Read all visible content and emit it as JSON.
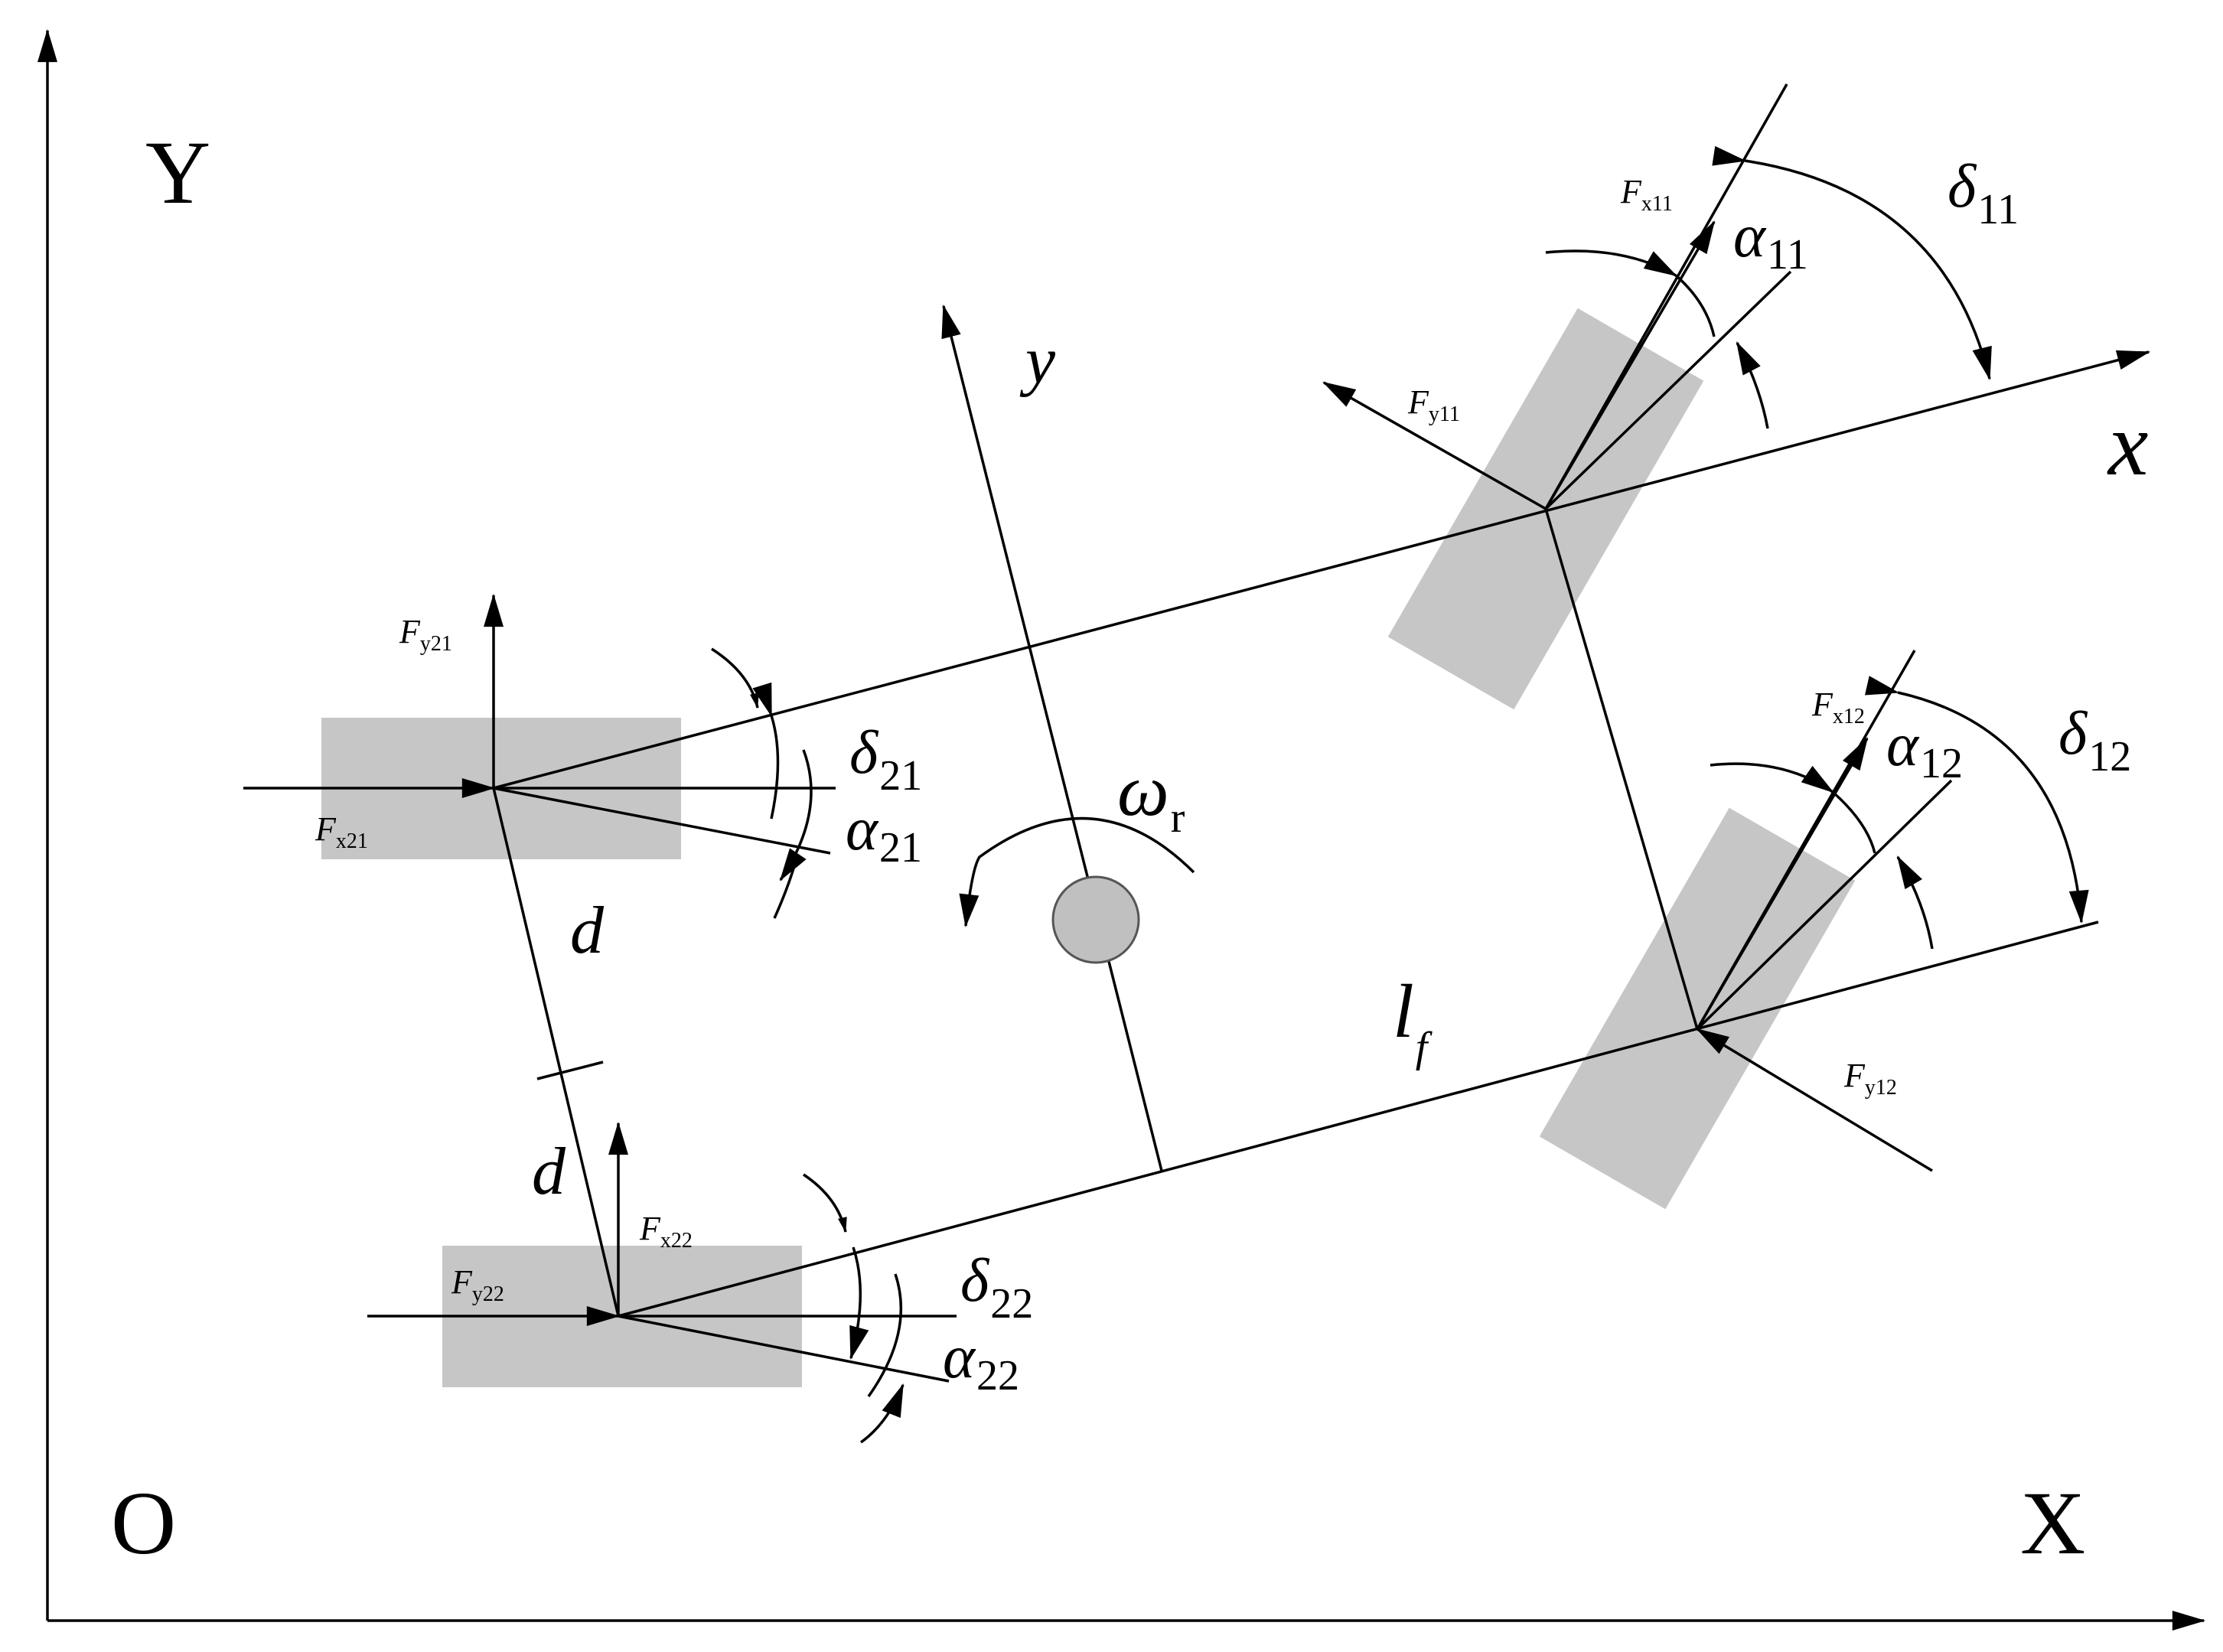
{
  "global_axes": {
    "origin": "O",
    "x_label": "X",
    "y_label": "Y"
  },
  "body_axes": {
    "x_label": "x",
    "y_label": "y"
  },
  "yaw_rate": {
    "symbol": "ω",
    "sub": "r"
  },
  "dims": {
    "d_upper": "d",
    "d_lower": "d",
    "lf": {
      "sym": "l",
      "sub": "f"
    }
  },
  "wheels": {
    "w11": {
      "delta": "δ",
      "delta_sub": "11",
      "alpha": "α",
      "alpha_sub": "11",
      "fx": "F",
      "fx_sub": "x11",
      "fy": "F",
      "fy_sub": "y11"
    },
    "w12": {
      "delta": "δ",
      "delta_sub": "12",
      "alpha": "α",
      "alpha_sub": "12",
      "fx": "F",
      "fx_sub": "x12",
      "fy": "F",
      "fy_sub": "y12"
    },
    "w21": {
      "delta": "δ",
      "delta_sub": "21",
      "alpha": "α",
      "alpha_sub": "21",
      "fx": "F",
      "fx_sub": "x21",
      "fy": "F",
      "fy_sub": "y21"
    },
    "w22": {
      "delta": "δ",
      "delta_sub": "22",
      "alpha": "α",
      "alpha_sub": "22",
      "fx": "F",
      "fx_sub": "x22",
      "fy": "F",
      "fy_sub": "y22"
    }
  },
  "colors": {
    "tire": "#c6c6c6",
    "cg": "#c0c0c0",
    "line": "#000000"
  }
}
